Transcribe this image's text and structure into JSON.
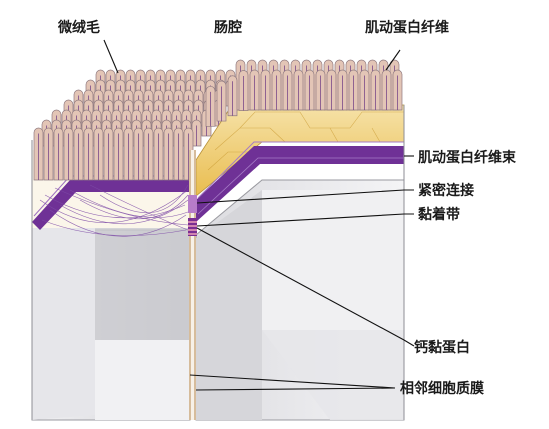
{
  "labels": {
    "microvilli": "微绒毛",
    "lumen": "肠腔",
    "actin_filament": "肌动蛋白纤维",
    "actin_bundle": "肌动蛋白纤维束",
    "tight_junction": "紧密连接",
    "adherens_junction": "黏着带",
    "cadherin": "钙黏蛋白",
    "adjacent_membrane": "相邻细胞质膜"
  },
  "colors": {
    "microvillus_fill": "#e3c5b6",
    "microvillus_outline": "#8f7a80",
    "actin_core": "#7a4a8a",
    "terminal_web": "#f2cf6e",
    "actin_band": "#6f3196",
    "cell_face": "#e9e9ec",
    "cell_shadow": "#c4c4c8",
    "membrane": "#d1b08a",
    "leader": "#111111"
  }
}
